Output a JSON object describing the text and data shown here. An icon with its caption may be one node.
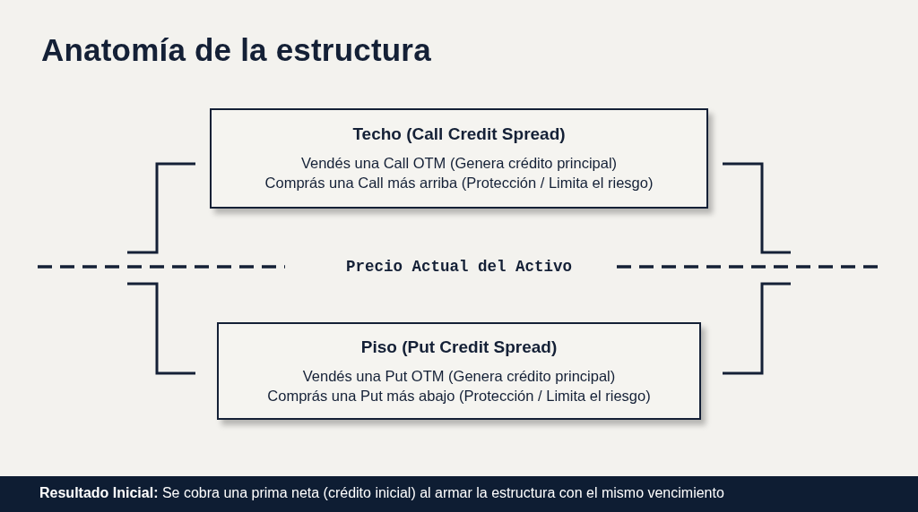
{
  "diagram": {
    "title": "Anatomía de la estructura",
    "nodes": [
      {
        "text": [
          "Techo (Call Credit Spread)",
          "Vendés una Call OTM (Genera crédito principal)",
          "Comprás una Call más arriba (Protección / Limita el riesgo)"
        ]
      },
      {
        "text": [
          "Piso (Put Credit Spread)",
          "Vendés una Put OTM (Genera crédito principal)",
          "Comprás una Put más abajo (Protección / Limita el riesgo)"
        ]
      }
    ],
    "edges": [],
    "labels": [
      "Precio Actual del Activo"
    ],
    "caption": "**Resultado Inicial:** Se cobra una prima neta (crédito inicial) al armar la estructura con el mismo vencimiento"
  }
}
